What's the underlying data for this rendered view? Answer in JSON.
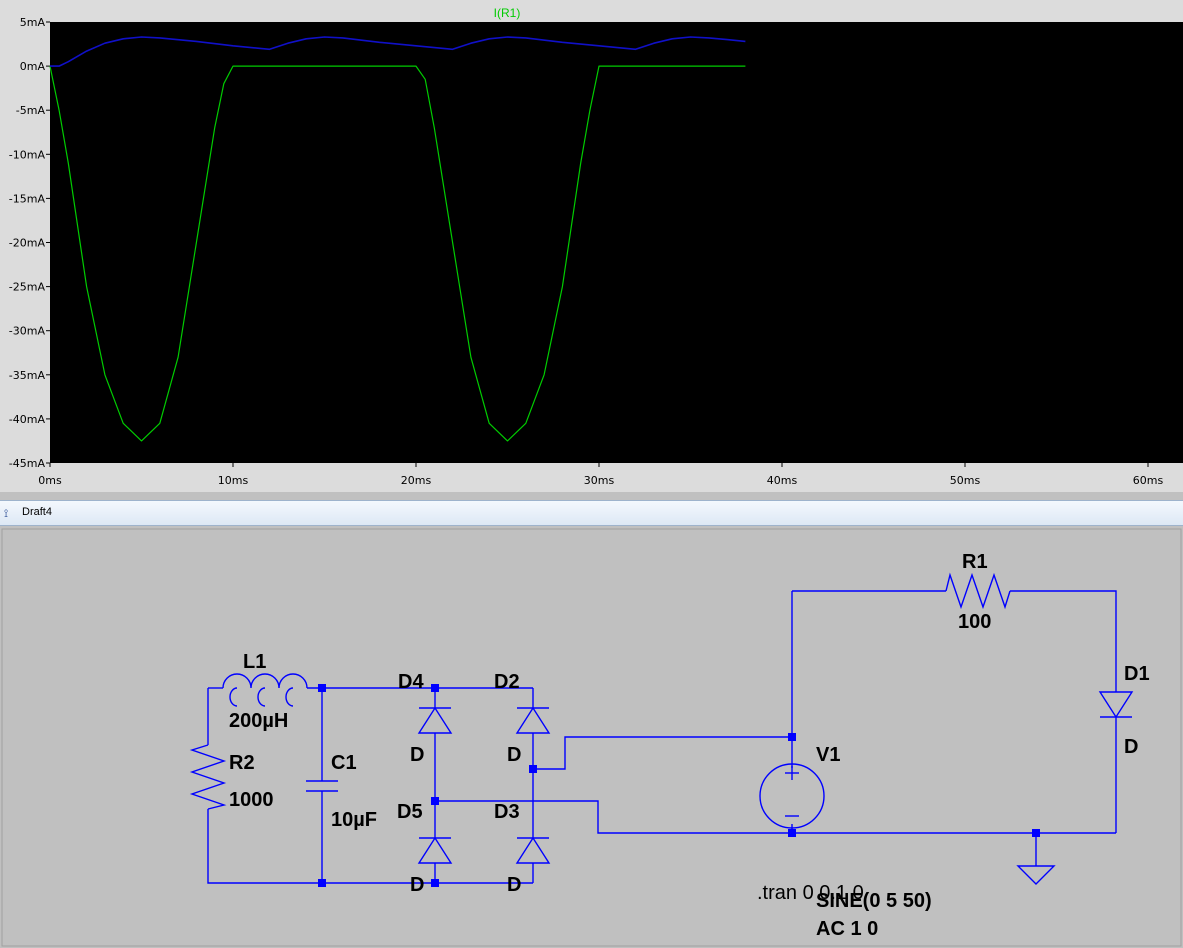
{
  "plot": {
    "trace_label": "I(R1)",
    "trace_color": "#00cc00",
    "second_trace_color": "#1010c8",
    "background": "#000000",
    "y_ticks": [
      "5mA",
      "0mA",
      "-5mA",
      "-10mA",
      "-15mA",
      "-20mA",
      "-25mA",
      "-30mA",
      "-35mA",
      "-40mA",
      "-45mA"
    ],
    "x_ticks": [
      "0ms",
      "10ms",
      "20ms",
      "30ms",
      "40ms",
      "50ms",
      "60ms"
    ]
  },
  "chart_data": {
    "type": "line",
    "xlim": [
      0,
      60
    ],
    "ylim": [
      -45,
      5
    ],
    "series": [
      {
        "name": "I(R1)",
        "color": "#00cc00",
        "x": [
          0,
          0.5,
          1,
          2,
          3,
          4,
          5,
          6,
          7,
          8,
          9,
          9.5,
          10,
          12,
          14,
          16,
          18,
          20,
          20.5,
          21,
          22,
          23,
          24,
          25,
          26,
          27,
          28,
          29,
          29.5,
          30,
          32,
          34,
          36,
          38
        ],
        "y": [
          0,
          -5,
          -11,
          -25,
          -35,
          -40.5,
          -42.5,
          -40.5,
          -33,
          -20,
          -7,
          -2,
          0,
          0,
          0,
          0,
          0,
          0,
          -1.5,
          -7,
          -20,
          -33,
          -40.5,
          -42.5,
          -40.5,
          -35,
          -25,
          -11,
          -5,
          0,
          0,
          0,
          0,
          0
        ]
      },
      {
        "color": "#1010c8",
        "x": [
          0,
          0.5,
          1,
          2,
          3,
          4,
          5,
          6,
          8,
          10,
          12,
          13,
          14,
          15,
          16,
          18,
          20,
          22,
          23,
          24,
          25,
          26,
          28,
          30,
          32,
          33,
          34,
          35,
          36,
          37,
          38
        ],
        "y": [
          0,
          0,
          0.5,
          1.7,
          2.6,
          3.1,
          3.3,
          3.2,
          2.8,
          2.3,
          1.9,
          2.6,
          3.1,
          3.3,
          3.2,
          2.7,
          2.3,
          1.9,
          2.6,
          3.1,
          3.3,
          3.2,
          2.7,
          2.3,
          1.9,
          2.6,
          3.1,
          3.3,
          3.2,
          3.0,
          2.8
        ]
      }
    ]
  },
  "window": {
    "title": "Draft4"
  },
  "schematic": {
    "labels": {
      "l1": "L1",
      "l1_val": "200µH",
      "r2": "R2",
      "r2_val": "1000",
      "c1": "C1",
      "c1_val": "10µF",
      "d4": "D4",
      "d4_val": "D",
      "d2": "D2",
      "d2_val": "D",
      "d5": "D5",
      "d5_val": "D",
      "d3": "D3",
      "d3_val": "D",
      "r1": "R1",
      "r1_val": "100",
      "d1": "D1",
      "d1_val": "D",
      "v1": "V1",
      "tran": ".tran 0 0.1 0",
      "sine": "SINE(0 5 50)",
      "ac": "AC 1 0"
    }
  }
}
